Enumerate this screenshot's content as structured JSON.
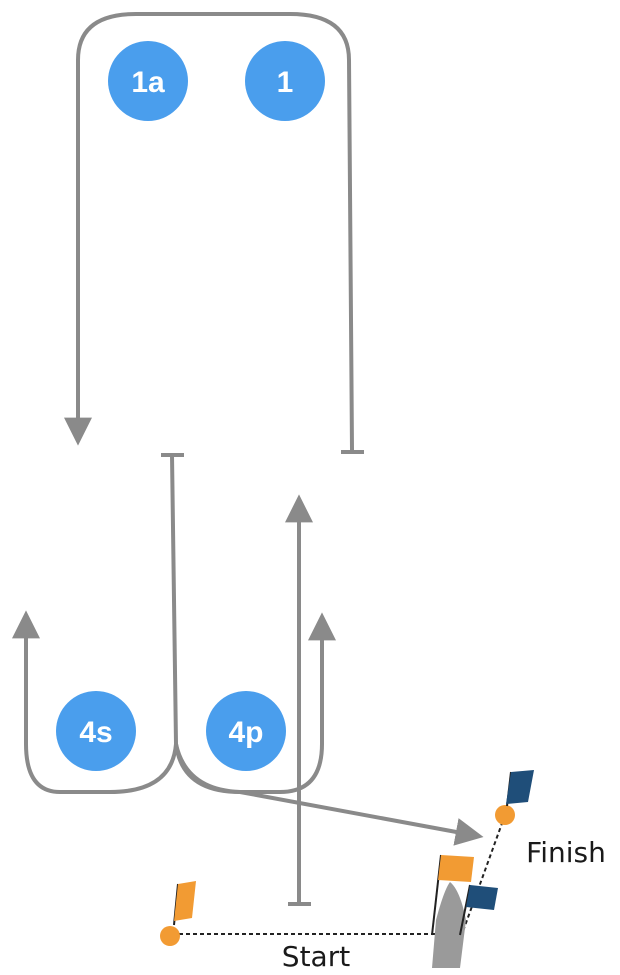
{
  "marks": {
    "m1a": "1a",
    "m1": "1",
    "m4s": "4s",
    "m4p": "4p"
  },
  "labels": {
    "start": "Start",
    "finish": "Finish"
  },
  "colors": {
    "mark": "#4a9eed",
    "path": "#8a8a8a",
    "orange": "#f29b33",
    "navy": "#1f4e79",
    "boat": "#9a9a9a",
    "line": "#222222"
  }
}
